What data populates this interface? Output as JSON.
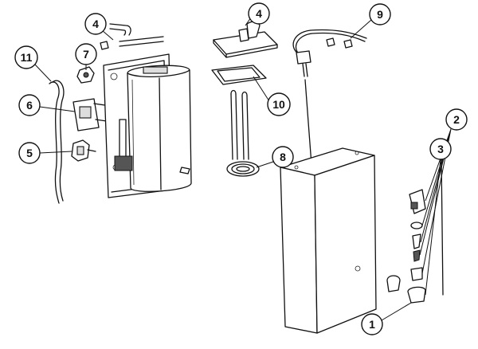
{
  "diagram": {
    "type": "exploded-parts-view",
    "callouts": {
      "c1": "1",
      "c2": "2",
      "c3": "3",
      "c4a": "4",
      "c4b": "4",
      "c5": "5",
      "c6": "6",
      "c7": "7",
      "c8": "8",
      "c9": "9",
      "c10": "10",
      "c11": "11"
    }
  }
}
